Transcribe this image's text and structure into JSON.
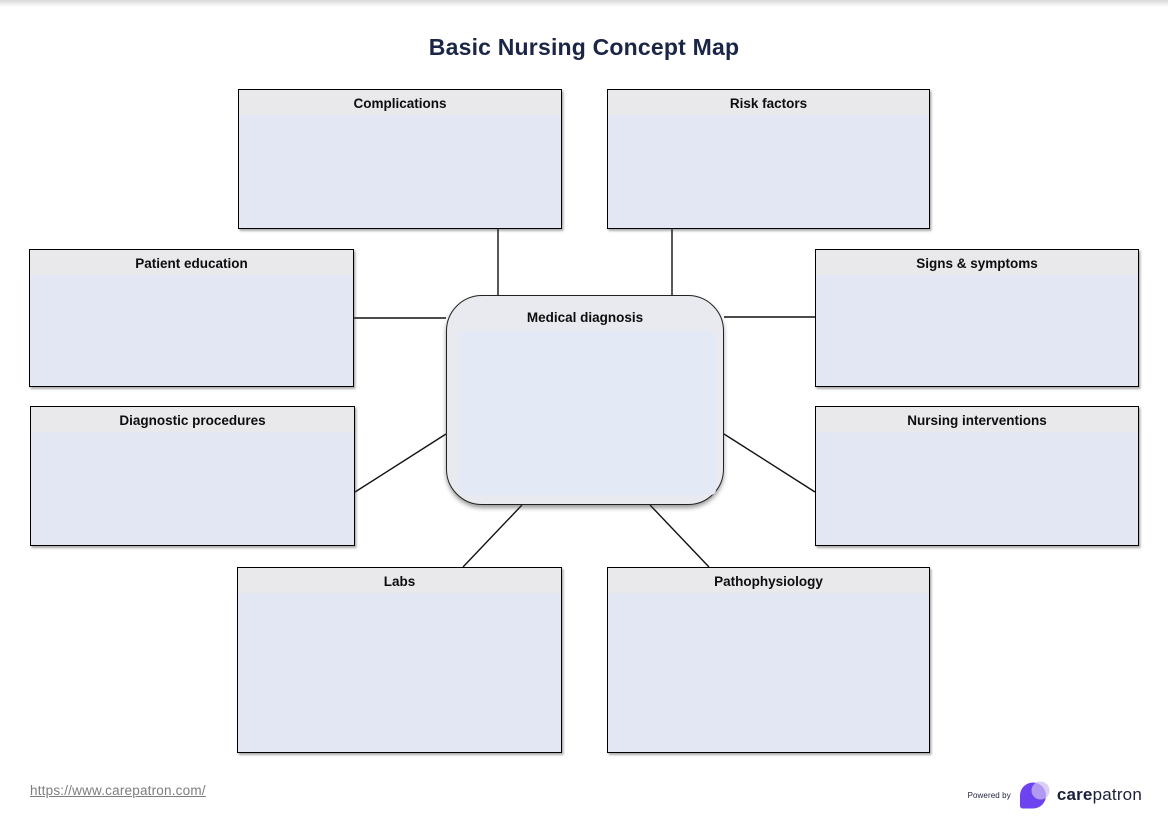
{
  "title": "Basic Nursing Concept Map",
  "nodes": {
    "center": {
      "label": "Medical diagnosis"
    },
    "complications": {
      "label": "Complications"
    },
    "risk_factors": {
      "label": "Risk factors"
    },
    "patient_education": {
      "label": "Patient education"
    },
    "signs_symptoms": {
      "label": "Signs & symptoms"
    },
    "diagnostic_procedures": {
      "label": "Diagnostic procedures"
    },
    "nursing_interventions": {
      "label": "Nursing interventions"
    },
    "labs": {
      "label": "Labs"
    },
    "pathophysiology": {
      "label": "Pathophysiology"
    }
  },
  "edges": [
    {
      "from": "complications",
      "to": "center"
    },
    {
      "from": "risk_factors",
      "to": "center"
    },
    {
      "from": "patient_education",
      "to": "center"
    },
    {
      "from": "signs_symptoms",
      "to": "center"
    },
    {
      "from": "diagnostic_procedures",
      "to": "center"
    },
    {
      "from": "nursing_interventions",
      "to": "center"
    },
    {
      "from": "labs",
      "to": "center"
    },
    {
      "from": "pathophysiology",
      "to": "center"
    }
  ],
  "footer": {
    "url": "https://www.carepatron.com/",
    "powered_by": "Powered by",
    "brand_bold": "care",
    "brand_regular": "patron"
  },
  "colors": {
    "title_navy": "#1b2545",
    "box_header_gray": "#e9e9ec",
    "box_body_lavender": "#e3e7f4",
    "center_outer": "#e8eaef",
    "center_inner": "#e4e9f6",
    "edge_black": "#111111",
    "brand_purple": "#6d43f0",
    "brand_light_purple": "#c7b9ee",
    "brand_navy": "#1b1f3b",
    "link_gray": "#7d7d7d"
  }
}
